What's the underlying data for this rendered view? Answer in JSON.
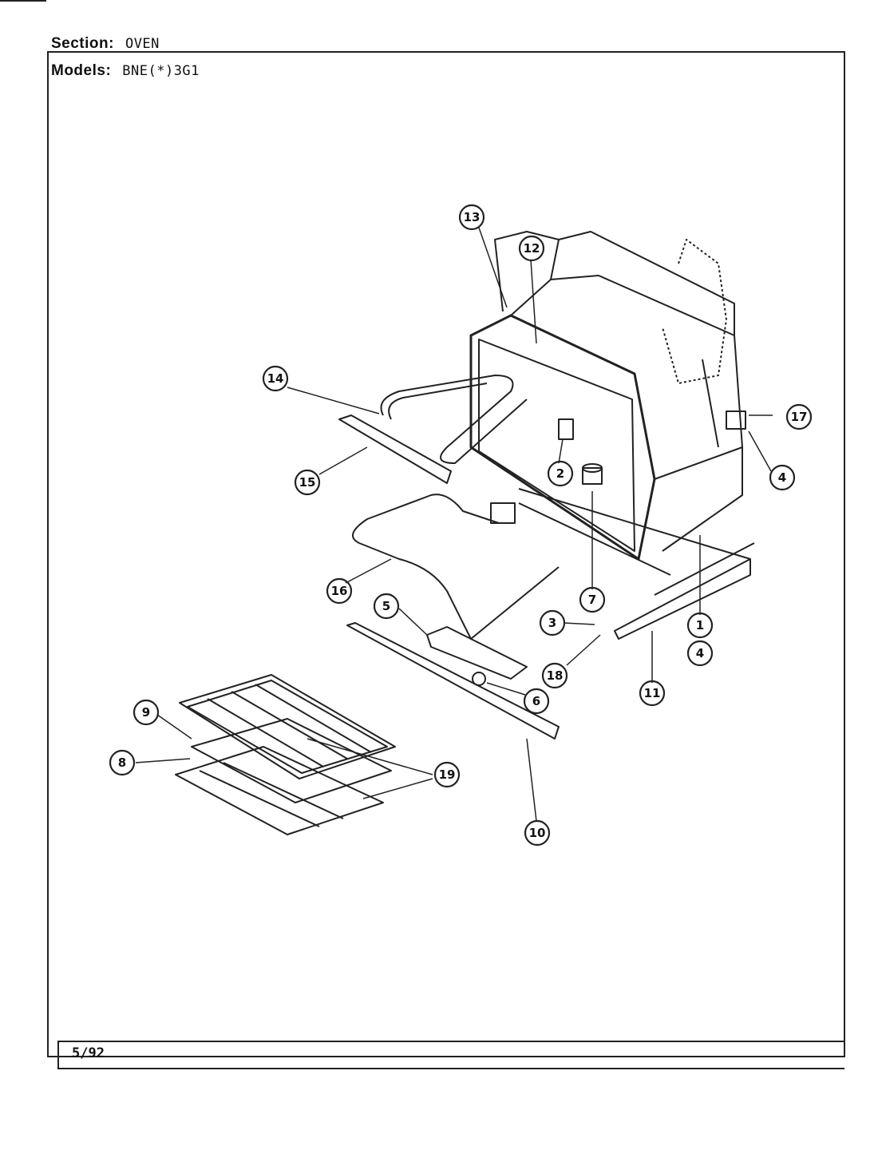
{
  "header": {
    "section_label": "Section:",
    "section_value": "OVEN",
    "models_label": "Models:",
    "models_value": "BNE(*)3G1"
  },
  "footer": {
    "date": "5/92"
  },
  "callouts": [
    "1",
    "2",
    "3",
    "4",
    "4",
    "5",
    "6",
    "7",
    "8",
    "9",
    "10",
    "11",
    "12",
    "13",
    "14",
    "15",
    "16",
    "17",
    "18",
    "19"
  ]
}
